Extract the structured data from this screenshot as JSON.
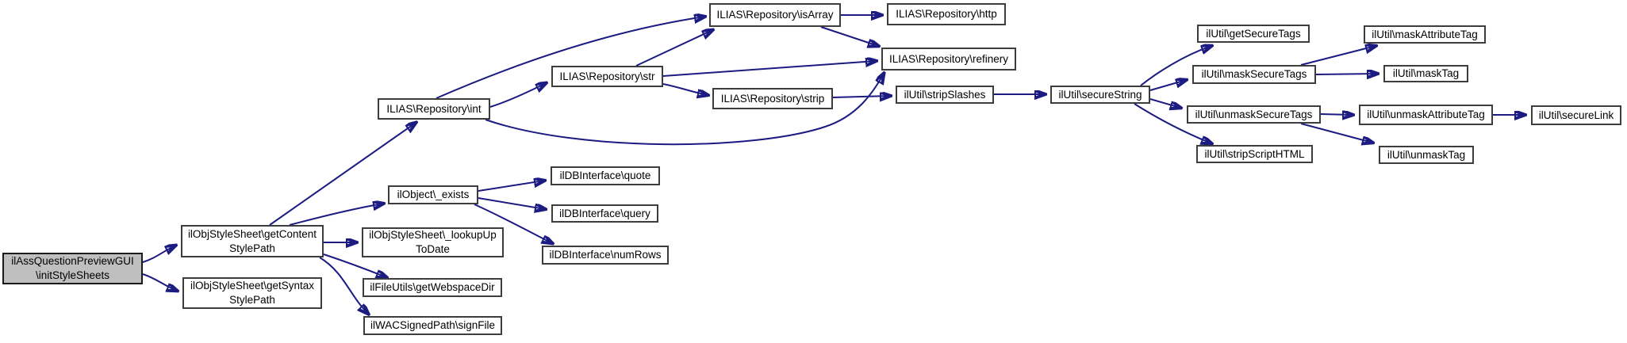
{
  "diagram": {
    "type": "function-call-graph",
    "colors": {
      "background": "#ffffff",
      "edge": "#1b1b82",
      "node_fill": "#ffffff",
      "node_border": "#3d3d3d",
      "highlight_node_fill": "#bfbfbf",
      "text": "#000000"
    },
    "nodes": [
      {
        "id": "initStyleSheets",
        "highlight": true,
        "lines": [
          "ilAssQuestionPreviewGUI",
          "\\initStyleSheets"
        ]
      },
      {
        "id": "getContentStylePath",
        "lines": [
          "ilObjStyleSheet\\getContent",
          "StylePath"
        ]
      },
      {
        "id": "getSyntaxStylePath",
        "lines": [
          "ilObjStyleSheet\\getSyntax",
          "StylePath"
        ]
      },
      {
        "id": "int",
        "label": "ILIAS\\Repository\\int"
      },
      {
        "id": "str",
        "label": "ILIAS\\Repository\\str"
      },
      {
        "id": "isArray",
        "label": "ILIAS\\Repository\\isArray"
      },
      {
        "id": "http",
        "label": "ILIAS\\Repository\\http"
      },
      {
        "id": "refinery",
        "label": "ILIAS\\Repository\\refinery"
      },
      {
        "id": "strip",
        "label": "ILIAS\\Repository\\strip"
      },
      {
        "id": "stripSlashes",
        "label": "ilUtil\\stripSlashes"
      },
      {
        "id": "secureString",
        "label": "ilUtil\\secureString"
      },
      {
        "id": "getSecureTags",
        "label": "ilUtil\\getSecureTags"
      },
      {
        "id": "maskAttributeTag",
        "label": "ilUtil\\maskAttributeTag"
      },
      {
        "id": "maskSecureTags",
        "label": "ilUtil\\maskSecureTags"
      },
      {
        "id": "maskTag",
        "label": "ilUtil\\maskTag"
      },
      {
        "id": "unmaskSecureTags",
        "label": "ilUtil\\unmaskSecureTags"
      },
      {
        "id": "unmaskAttributeTag",
        "label": "ilUtil\\unmaskAttributeTag"
      },
      {
        "id": "secureLink",
        "label": "ilUtil\\secureLink"
      },
      {
        "id": "stripScriptHTML",
        "label": "ilUtil\\stripScriptHTML"
      },
      {
        "id": "unmaskTag",
        "label": "ilUtil\\unmaskTag"
      },
      {
        "id": "exists",
        "label": "ilObject\\_exists"
      },
      {
        "id": "quote",
        "label": "ilDBInterface\\quote"
      },
      {
        "id": "query",
        "label": "ilDBInterface\\query"
      },
      {
        "id": "numRows",
        "label": "ilDBInterface\\numRows"
      },
      {
        "id": "lookupUpToDate",
        "lines": [
          "ilObjStyleSheet\\_lookupUp",
          "ToDate"
        ]
      },
      {
        "id": "getWebspaceDir",
        "label": "ilFileUtils\\getWebspaceDir"
      },
      {
        "id": "signFile",
        "label": "ilWACSignedPath\\signFile"
      }
    ],
    "edges": [
      {
        "from": "initStyleSheets",
        "to": "getContentStylePath"
      },
      {
        "from": "initStyleSheets",
        "to": "getSyntaxStylePath"
      },
      {
        "from": "getContentStylePath",
        "to": "int"
      },
      {
        "from": "getContentStylePath",
        "to": "exists"
      },
      {
        "from": "getContentStylePath",
        "to": "lookupUpToDate"
      },
      {
        "from": "getContentStylePath",
        "to": "getWebspaceDir"
      },
      {
        "from": "getContentStylePath",
        "to": "signFile"
      },
      {
        "from": "int",
        "to": "isArray"
      },
      {
        "from": "int",
        "to": "str"
      },
      {
        "from": "int",
        "to": "refinery"
      },
      {
        "from": "str",
        "to": "isArray"
      },
      {
        "from": "str",
        "to": "refinery"
      },
      {
        "from": "str",
        "to": "strip"
      },
      {
        "from": "isArray",
        "to": "http"
      },
      {
        "from": "isArray",
        "to": "refinery"
      },
      {
        "from": "strip",
        "to": "stripSlashes"
      },
      {
        "from": "stripSlashes",
        "to": "secureString"
      },
      {
        "from": "secureString",
        "to": "getSecureTags"
      },
      {
        "from": "secureString",
        "to": "maskSecureTags"
      },
      {
        "from": "secureString",
        "to": "unmaskSecureTags"
      },
      {
        "from": "secureString",
        "to": "stripScriptHTML"
      },
      {
        "from": "maskSecureTags",
        "to": "maskAttributeTag"
      },
      {
        "from": "maskSecureTags",
        "to": "maskTag"
      },
      {
        "from": "unmaskSecureTags",
        "to": "unmaskAttributeTag"
      },
      {
        "from": "unmaskSecureTags",
        "to": "unmaskTag"
      },
      {
        "from": "unmaskAttributeTag",
        "to": "secureLink"
      },
      {
        "from": "exists",
        "to": "quote"
      },
      {
        "from": "exists",
        "to": "query"
      },
      {
        "from": "exists",
        "to": "numRows"
      }
    ]
  }
}
